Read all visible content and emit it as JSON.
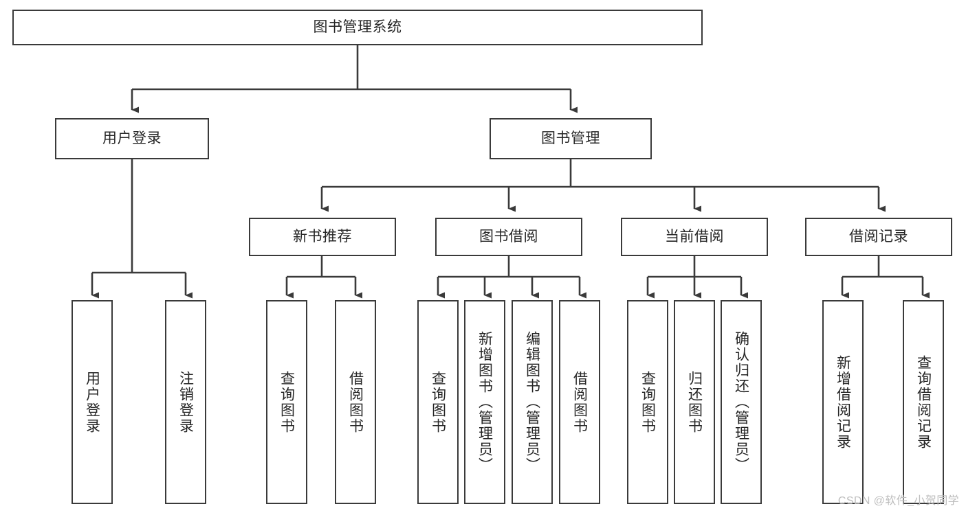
{
  "diagram": {
    "title": "图书管理系统",
    "type": "tree-hierarchy",
    "watermark": "CSDN @软件_小贺同学",
    "colors": {
      "node_border": "#3a3a3a",
      "node_fill": "#ffffff",
      "edge": "#3a3a3a",
      "text": "#262626",
      "watermark": "#bdbdbd",
      "background": "#ffffff"
    },
    "levels": {
      "root": "图书管理系统",
      "level2": [
        "用户登录",
        "图书管理"
      ],
      "level3": [
        "新书推荐",
        "图书借阅",
        "当前借阅",
        "借阅记录"
      ]
    },
    "nodes": {
      "root": {
        "label": "图书管理系统"
      },
      "user_login": {
        "label": "用户登录"
      },
      "book_manage": {
        "label": "图书管理"
      },
      "new_book_rec": {
        "label": "新书推荐"
      },
      "book_borrow": {
        "label": "图书借阅"
      },
      "current_borrow": {
        "label": "当前借阅"
      },
      "borrow_record": {
        "label": "借阅记录"
      },
      "leaf_user_login": {
        "label": "用户登录"
      },
      "leaf_logout": {
        "label": "注销登录"
      },
      "leaf_query_book_1": {
        "label": "查询图书"
      },
      "leaf_borrow_book_1": {
        "label": "借阅图书"
      },
      "leaf_query_book_2": {
        "label": "查询图书"
      },
      "leaf_add_book": {
        "label": "新增图书（管理员）"
      },
      "leaf_edit_book": {
        "label": "编辑图书（管理员）"
      },
      "leaf_borrow_book_2": {
        "label": "借阅图书"
      },
      "leaf_query_book_3": {
        "label": "查询图书"
      },
      "leaf_return_book": {
        "label": "归还图书"
      },
      "leaf_confirm_return": {
        "label": "确认归还（管理员）"
      },
      "leaf_add_record": {
        "label": "新增借阅记录"
      },
      "leaf_query_record": {
        "label": "查询借阅记录"
      }
    },
    "edges": [
      {
        "from": "root",
        "to": "user_login"
      },
      {
        "from": "root",
        "to": "book_manage"
      },
      {
        "from": "user_login",
        "to": "leaf_user_login"
      },
      {
        "from": "user_login",
        "to": "leaf_logout"
      },
      {
        "from": "book_manage",
        "to": "new_book_rec"
      },
      {
        "from": "book_manage",
        "to": "book_borrow"
      },
      {
        "from": "book_manage",
        "to": "current_borrow"
      },
      {
        "from": "book_manage",
        "to": "borrow_record"
      },
      {
        "from": "new_book_rec",
        "to": "leaf_query_book_1"
      },
      {
        "from": "new_book_rec",
        "to": "leaf_borrow_book_1"
      },
      {
        "from": "book_borrow",
        "to": "leaf_query_book_2"
      },
      {
        "from": "book_borrow",
        "to": "leaf_add_book"
      },
      {
        "from": "book_borrow",
        "to": "leaf_edit_book"
      },
      {
        "from": "book_borrow",
        "to": "leaf_borrow_book_2"
      },
      {
        "from": "current_borrow",
        "to": "leaf_query_book_3"
      },
      {
        "from": "current_borrow",
        "to": "leaf_return_book"
      },
      {
        "from": "current_borrow",
        "to": "leaf_confirm_return"
      },
      {
        "from": "borrow_record",
        "to": "leaf_add_record"
      },
      {
        "from": "borrow_record",
        "to": "leaf_query_record"
      }
    ]
  }
}
